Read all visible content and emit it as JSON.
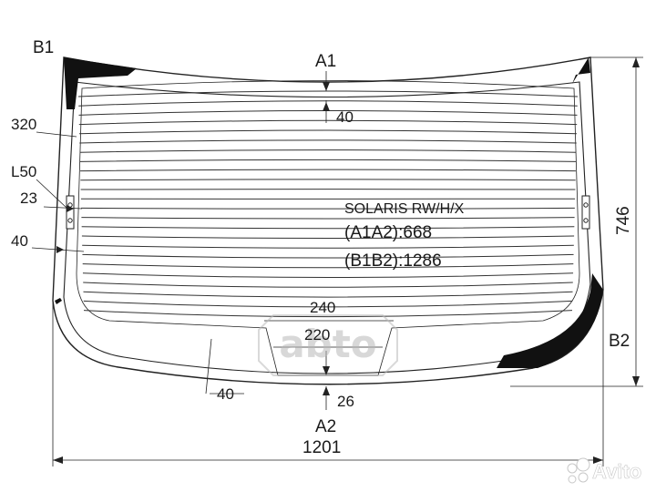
{
  "labels": {
    "b1": "B1",
    "a1": "A1",
    "a2": "A2",
    "b2": "B2",
    "d320": "320",
    "l50": "L50",
    "d23": "23",
    "d40_left": "40",
    "d40_top": "40",
    "d40_bottom": "40",
    "d240": "240",
    "d220": "220",
    "d26": "26",
    "d746": "746",
    "d1201": "1201"
  },
  "spec": {
    "model": "SOLARIS RW/H/X",
    "a1a2": "(A1A2):668",
    "b1b2": "(B1B2):1286"
  },
  "watermark": {
    "brand": "abto",
    "marketplace": "Avito"
  },
  "colors": {
    "line": "#222222",
    "ceramic": "#111111",
    "watermark": "#b9b9b9"
  },
  "heater_lines": 24
}
